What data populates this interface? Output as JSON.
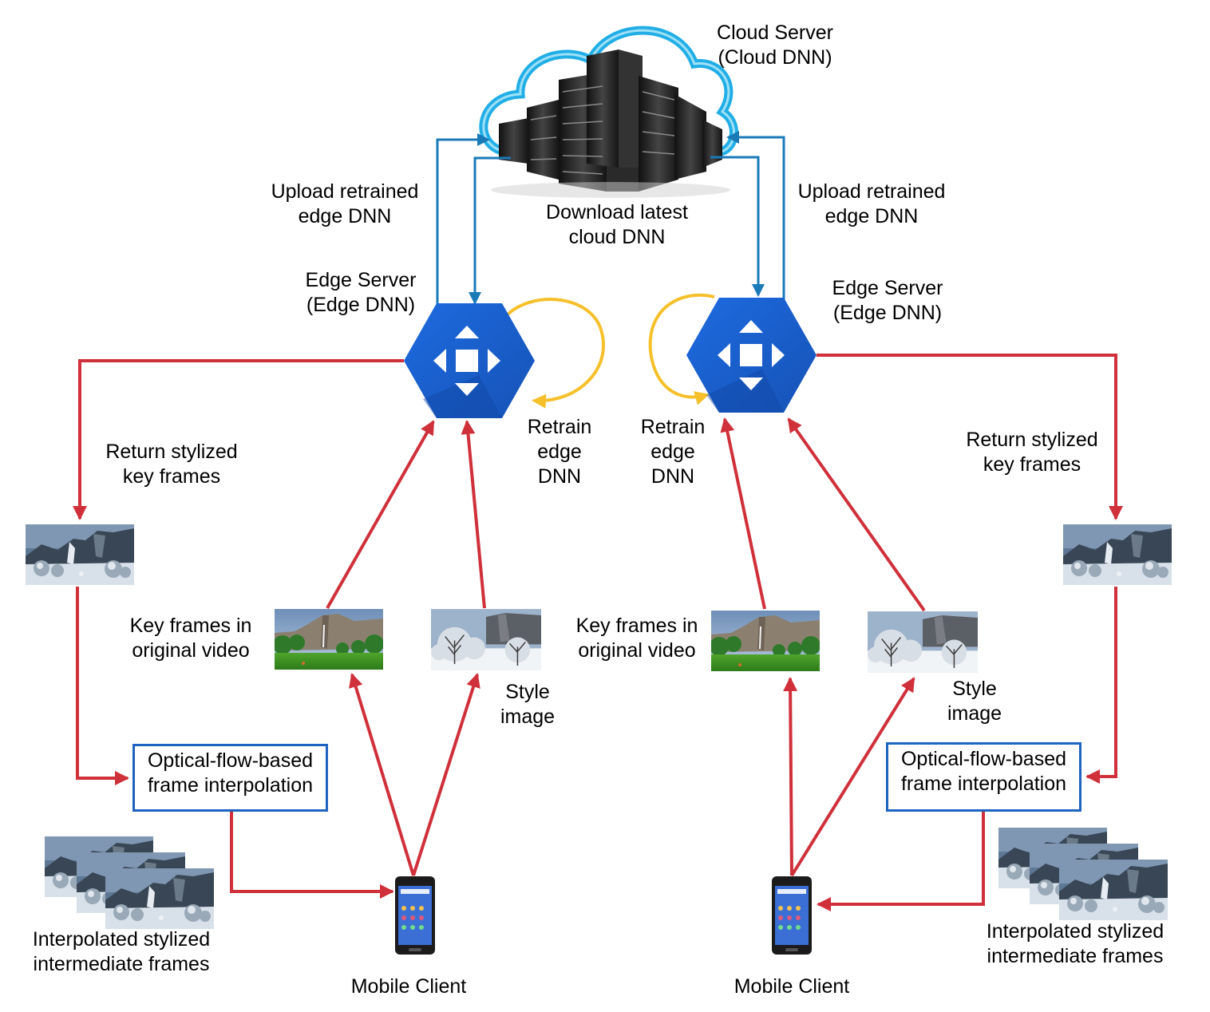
{
  "cloud": {
    "title_line1": "Cloud Server",
    "title_line2": "(Cloud DNN)",
    "download_line1": "Download latest",
    "download_line2": "cloud DNN"
  },
  "left": {
    "upload_line1": "Upload retrained",
    "upload_line2": "edge DNN",
    "edge_line1": "Edge Server",
    "edge_line2": "(Edge DNN)",
    "retrain_line1": "Retrain",
    "retrain_line2": "edge",
    "retrain_line3": "DNN",
    "return_line1": "Return stylized",
    "return_line2": "key frames",
    "keyframes_line1": "Key frames in",
    "keyframes_line2": "original video",
    "style_line1": "Style",
    "style_line2": "image",
    "interp_line1": "Optical-flow-based",
    "interp_line2": "frame interpolation",
    "frames_line1": "Interpolated stylized",
    "frames_line2": "intermediate frames",
    "client": "Mobile Client"
  },
  "right": {
    "upload_line1": "Upload retrained",
    "upload_line2": "edge DNN",
    "edge_line1": "Edge Server",
    "edge_line2": "(Edge DNN)",
    "retrain_line1": "Retrain",
    "retrain_line2": "edge",
    "retrain_line3": "DNN",
    "return_line1": "Return stylized",
    "return_line2": "key frames",
    "keyframes_line1": "Key frames in",
    "keyframes_line2": "original video",
    "style_line1": "Style",
    "style_line2": "image",
    "interp_line1": "Optical-flow-based",
    "interp_line2": "frame interpolation",
    "frames_line1": "Interpolated stylized",
    "frames_line2": "intermediate frames",
    "client": "Mobile Client"
  },
  "colors": {
    "data_flow": "#d0303a",
    "model_flow": "#1a7ab8",
    "retrain_loop": "#f5c02a",
    "edge_node": "#1a5fc8",
    "process_box_border": "#1f63c0"
  },
  "icons": {
    "cloud": "cloud-server-icon",
    "edge": "edge-server-hexagon-icon",
    "phone": "smartphone-icon"
  }
}
